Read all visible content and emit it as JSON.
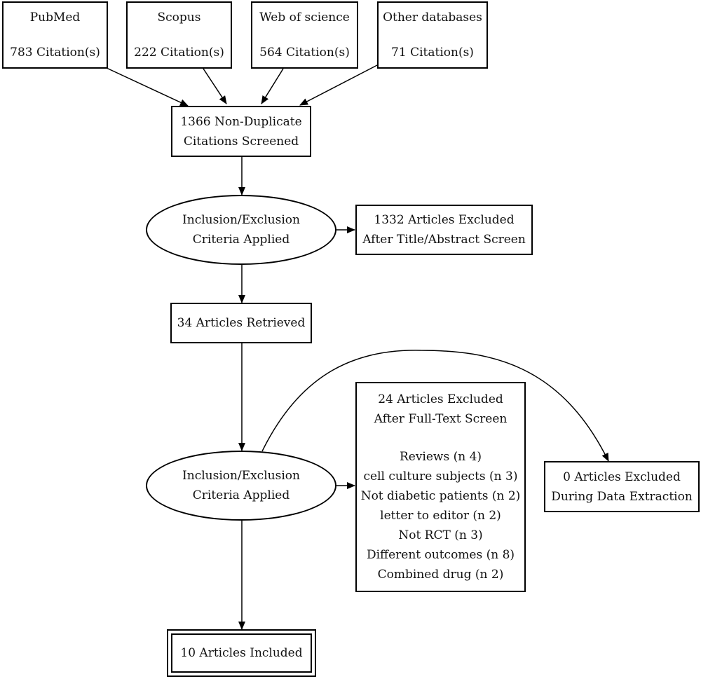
{
  "sources": [
    {
      "name": "PubMed",
      "count": "783 Citation(s)"
    },
    {
      "name": "Scopus",
      "count": "222 Citation(s)"
    },
    {
      "name": "Web of science",
      "count": "564 Citation(s)"
    },
    {
      "name": "Other databases",
      "count": "71 Citation(s)"
    }
  ],
  "screened": {
    "line1": "1366 Non-Duplicate",
    "line2": "Citations Screened"
  },
  "criteria1": {
    "line1": "Inclusion/Exclusion",
    "line2": "Criteria Applied"
  },
  "excluded1": {
    "line1": "1332 Articles Excluded",
    "line2": "After Title/Abstract Screen"
  },
  "retrieved": {
    "label": "34 Articles Retrieved"
  },
  "criteria2": {
    "line1": "Inclusion/Exclusion",
    "line2": "Criteria Applied"
  },
  "excluded2": {
    "line1": "24 Articles Excluded",
    "line2": "After Full-Text Screen",
    "reasons": [
      "Reviews (n 4)",
      "cell culture subjects (n 3)",
      "Not diabetic patients (n 2)",
      "letter to editor (n 2)",
      "Not RCT (n 3)",
      "Different outcomes (n 8)",
      "Combined drug (n 2)"
    ]
  },
  "excluded3": {
    "line1": "0 Articles Excluded",
    "line2": "During Data Extraction"
  },
  "included": {
    "label": "10 Articles Included"
  }
}
